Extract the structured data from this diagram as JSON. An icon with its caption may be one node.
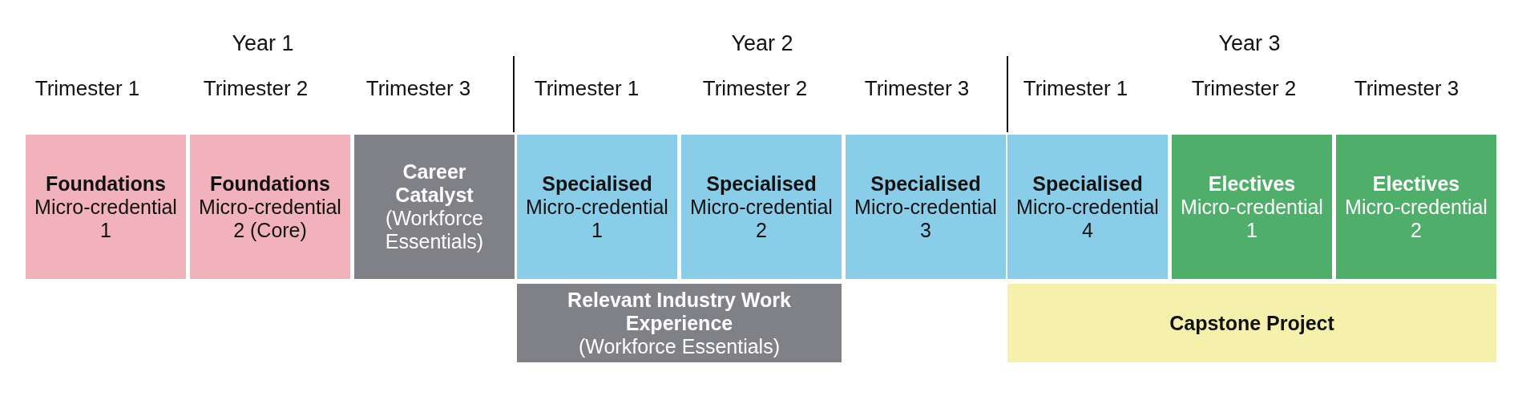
{
  "diagram": {
    "nodes": [
      {
        "text": [
          "Foundations",
          "Micro-credential 1"
        ]
      },
      {
        "text": [
          "Foundations",
          "Micro-credential 2 (Core)"
        ]
      },
      {
        "text": [
          "Career Catalyst",
          "(Workforce Essentials)"
        ]
      },
      {
        "text": [
          "Specialised",
          "Micro-credential 1"
        ]
      },
      {
        "text": [
          "Specialised",
          "Micro-credential 2"
        ]
      },
      {
        "text": [
          "Specialised",
          "Micro-credential 3"
        ]
      },
      {
        "text": [
          "Specialised",
          "Micro-credential 4"
        ]
      },
      {
        "text": [
          "Electives",
          "Micro-credential 1"
        ]
      },
      {
        "text": [
          "Electives",
          "Micro-credential 2"
        ]
      },
      {
        "text": [
          "Relevant Industry Work Experience",
          "(Workforce Essentials)"
        ]
      },
      {
        "text": [
          "Capstone Project"
        ]
      }
    ],
    "labels": [
      "Year 1",
      "Year 2",
      "Year 3",
      "Trimester 1",
      "Trimester 2",
      "Trimester 3",
      "Trimester 1",
      "Trimester 2",
      "Trimester 3",
      "Trimester 1",
      "Trimester 2",
      "Trimester 3"
    ]
  }
}
